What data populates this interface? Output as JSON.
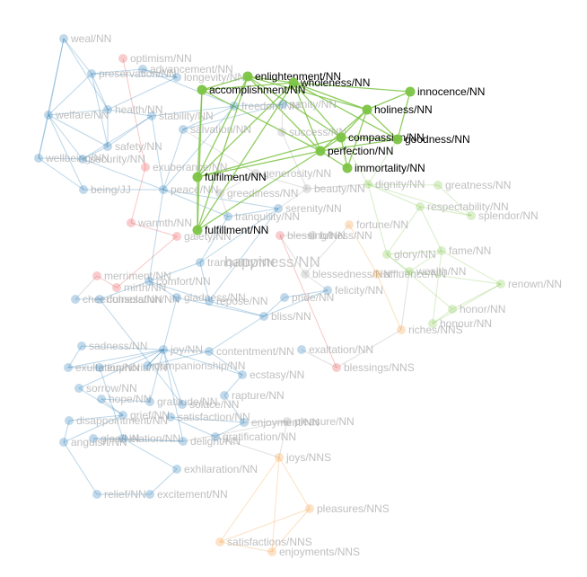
{
  "graph": {
    "center_label": "happiness/NN",
    "colors": {
      "blue": "#1f77b4",
      "green": "#7cc444",
      "red": "#e8474a",
      "orange": "#f59b3a",
      "gray": "#999999",
      "highlight_text": "#000000",
      "dim_text": "#aaaaaa"
    },
    "nodes": [
      {
        "id": "weal",
        "label": "weal/NN",
        "group": "blue"
      },
      {
        "id": "optimism",
        "label": "optimism/NN",
        "group": "red"
      },
      {
        "id": "advancement",
        "label": "advancement/NN",
        "group": "blue"
      },
      {
        "id": "preservation",
        "label": "preservation/NN",
        "group": "blue"
      },
      {
        "id": "longevity",
        "label": "longevity/NN",
        "group": "blue"
      },
      {
        "id": "welfare",
        "label": "welfare/NN",
        "group": "blue"
      },
      {
        "id": "health",
        "label": "health/NN",
        "group": "blue"
      },
      {
        "id": "stability",
        "label": "stability/NN",
        "group": "blue"
      },
      {
        "id": "salvation",
        "label": "salvation/NN",
        "group": "blue"
      },
      {
        "id": "freedom",
        "label": "freedom/NN",
        "group": "blue"
      },
      {
        "id": "safety",
        "label": "safety/NN",
        "group": "blue"
      },
      {
        "id": "wellbeing",
        "label": "wellbeing/NN",
        "group": "blue"
      },
      {
        "id": "security",
        "label": "security/NN",
        "group": "blue"
      },
      {
        "id": "exuberance",
        "label": "exuberance/NN",
        "group": "red"
      },
      {
        "id": "being",
        "label": "being/JJ",
        "group": "blue"
      },
      {
        "id": "peace",
        "label": "peace/NN",
        "group": "blue"
      },
      {
        "id": "warmth",
        "label": "warmth/NN",
        "group": "red"
      },
      {
        "id": "gaiety",
        "label": "gaiety/NN",
        "group": "red"
      },
      {
        "id": "tranquility",
        "label": "tranquility/NN",
        "group": "blue"
      },
      {
        "id": "tranquillity",
        "label": "tranquillity/NN",
        "group": "blue"
      },
      {
        "id": "serenity",
        "label": "serenity/NN",
        "group": "blue"
      },
      {
        "id": "beauty",
        "label": "beauty/NN",
        "group": "gray"
      },
      {
        "id": "greediness",
        "label": "greediness/NN",
        "group": "gray"
      },
      {
        "id": "blessing",
        "label": "blessing/NN",
        "group": "red"
      },
      {
        "id": "fulness",
        "label": "fulness/NN",
        "group": "gray"
      },
      {
        "id": "fortune",
        "label": "fortune/NN",
        "group": "orange"
      },
      {
        "id": "merriment",
        "label": "merriment/NN",
        "group": "red"
      },
      {
        "id": "mirth",
        "label": "mirth/NN",
        "group": "red"
      },
      {
        "id": "comfort",
        "label": "comfort/NN",
        "group": "blue"
      },
      {
        "id": "cheerfulness",
        "label": "cheerfulness/NN",
        "group": "blue"
      },
      {
        "id": "consolation",
        "label": "consolation/NN",
        "group": "blue"
      },
      {
        "id": "gladness",
        "label": "gladness/NN",
        "group": "blue"
      },
      {
        "id": "repose",
        "label": "repose/NN",
        "group": "blue"
      },
      {
        "id": "bliss",
        "label": "bliss/NN",
        "group": "blue"
      },
      {
        "id": "pride",
        "label": "pride/NN",
        "group": "blue"
      },
      {
        "id": "blessedness",
        "label": "blessedness/NN",
        "group": "gray"
      },
      {
        "id": "felicity",
        "label": "felicity/NN",
        "group": "blue"
      },
      {
        "id": "affluence",
        "label": "affluence/NN",
        "group": "orange"
      },
      {
        "id": "sadness",
        "label": "sadness/NN",
        "group": "blue"
      },
      {
        "id": "joy",
        "label": "joy/NN",
        "group": "blue"
      },
      {
        "id": "contentment",
        "label": "contentment/NN",
        "group": "blue"
      },
      {
        "id": "exultation",
        "label": "exultation/NN",
        "group": "blue"
      },
      {
        "id": "euphoria",
        "label": "euphoria/NN",
        "group": "blue"
      },
      {
        "id": "companionship",
        "label": "companionship/NN",
        "group": "blue"
      },
      {
        "id": "ecstasy",
        "label": "ecstasy/NN",
        "group": "blue"
      },
      {
        "id": "exaltation",
        "label": "exaltation/NN",
        "group": "blue"
      },
      {
        "id": "blessings",
        "label": "blessings/NNS",
        "group": "red"
      },
      {
        "id": "sorrow",
        "label": "sorrow/NN",
        "group": "blue"
      },
      {
        "id": "hope",
        "label": "hope/NN",
        "group": "blue"
      },
      {
        "id": "gratitude",
        "label": "gratitude/NN",
        "group": "blue"
      },
      {
        "id": "solace",
        "label": "solace/NN",
        "group": "blue"
      },
      {
        "id": "rapture",
        "label": "rapture/NN",
        "group": "blue"
      },
      {
        "id": "grief",
        "label": "grief/NN",
        "group": "blue"
      },
      {
        "id": "satisfaction",
        "label": "satisfaction/NN",
        "group": "blue"
      },
      {
        "id": "disappointment",
        "label": "disappointment/NN",
        "group": "blue"
      },
      {
        "id": "enjoyment",
        "label": "enjoyment/NN",
        "group": "blue"
      },
      {
        "id": "pleasure",
        "label": "pleasure/NN",
        "group": "gray"
      },
      {
        "id": "glee",
        "label": "glee/NN",
        "group": "blue"
      },
      {
        "id": "elation",
        "label": "elation/NN",
        "group": "blue"
      },
      {
        "id": "anguish",
        "label": "anguish/NN",
        "group": "blue"
      },
      {
        "id": "delight",
        "label": "delight/NN",
        "group": "blue"
      },
      {
        "id": "gratification",
        "label": "gratification/NN",
        "group": "blue"
      },
      {
        "id": "joys",
        "label": "joys/NNS",
        "group": "orange"
      },
      {
        "id": "exhilaration",
        "label": "exhilaration/NN",
        "group": "blue"
      },
      {
        "id": "relief",
        "label": "relief/NN",
        "group": "blue"
      },
      {
        "id": "excitement",
        "label": "excitement/NN",
        "group": "blue"
      },
      {
        "id": "pleasures",
        "label": "pleasures/NNS",
        "group": "orange"
      },
      {
        "id": "satisfactions",
        "label": "satisfactions/NNS",
        "group": "orange"
      },
      {
        "id": "enjoyments",
        "label": "enjoyments/NNS",
        "group": "orange"
      },
      {
        "id": "dignity",
        "label": "dignity/NN",
        "group": "green"
      },
      {
        "id": "greatness",
        "label": "greatness/NN",
        "group": "green"
      },
      {
        "id": "respectability",
        "label": "respectability/NN",
        "group": "green"
      },
      {
        "id": "splendor",
        "label": "splendor/NN",
        "group": "green"
      },
      {
        "id": "glory",
        "label": "glory/NN",
        "group": "green"
      },
      {
        "id": "fame",
        "label": "fame/NN",
        "group": "green"
      },
      {
        "id": "wealth",
        "label": "wealth/NN",
        "group": "green"
      },
      {
        "id": "renown",
        "label": "renown/NN",
        "group": "green"
      },
      {
        "id": "honor",
        "label": "honor/NN",
        "group": "green"
      },
      {
        "id": "honour",
        "label": "honour/NN",
        "group": "green"
      },
      {
        "id": "riches",
        "label": "riches/NNS",
        "group": "orange"
      },
      {
        "id": "sanity",
        "label": "sanity/NN",
        "group": "blue"
      },
      {
        "id": "success",
        "label": "success/NN",
        "group": "gray"
      },
      {
        "id": "generosity",
        "label": "generosity/NN",
        "group": "gray"
      },
      {
        "id": "enlightenment",
        "label": "enlightenment/NN",
        "group": "green",
        "highlight": true
      },
      {
        "id": "wholeness",
        "label": "wholeness/NN",
        "group": "green",
        "highlight": true
      },
      {
        "id": "accomplishment",
        "label": "accomplishment/NN",
        "group": "green",
        "highlight": true
      },
      {
        "id": "innocence",
        "label": "innocence/NN",
        "group": "green",
        "highlight": true
      },
      {
        "id": "holiness",
        "label": "holiness/NN",
        "group": "green",
        "highlight": true
      },
      {
        "id": "compassion",
        "label": "compassion/NN",
        "group": "green",
        "highlight": true
      },
      {
        "id": "goodness",
        "label": "goodness/NN",
        "group": "green",
        "highlight": true
      },
      {
        "id": "perfection",
        "label": "perfection/NN",
        "group": "green",
        "highlight": true
      },
      {
        "id": "immortality",
        "label": "immortality/NN",
        "group": "green",
        "highlight": true
      },
      {
        "id": "fulfilment",
        "label": "fulfilment/NN",
        "group": "green",
        "highlight": true
      },
      {
        "id": "fulfillment",
        "label": "fulfillment/NN",
        "group": "green",
        "highlight": true
      }
    ],
    "highlight_edges": [
      [
        "enlightenment",
        "wholeness"
      ],
      [
        "enlightenment",
        "accomplishment"
      ],
      [
        "enlightenment",
        "holiness"
      ],
      [
        "enlightenment",
        "perfection"
      ],
      [
        "enlightenment",
        "compassion"
      ],
      [
        "enlightenment",
        "fulfilment"
      ],
      [
        "wholeness",
        "holiness"
      ],
      [
        "wholeness",
        "perfection"
      ],
      [
        "wholeness",
        "compassion"
      ],
      [
        "wholeness",
        "goodness"
      ],
      [
        "wholeness",
        "accomplishment"
      ],
      [
        "wholeness",
        "fulfilment"
      ],
      [
        "wholeness",
        "innocence"
      ],
      [
        "wholeness",
        "fulfillment"
      ],
      [
        "accomplishment",
        "fulfilment"
      ],
      [
        "accomplishment",
        "fulfillment"
      ],
      [
        "accomplishment",
        "perfection"
      ],
      [
        "innocence",
        "holiness"
      ],
      [
        "innocence",
        "goodness"
      ],
      [
        "holiness",
        "compassion"
      ],
      [
        "holiness",
        "perfection"
      ],
      [
        "holiness",
        "goodness"
      ],
      [
        "holiness",
        "immortality"
      ],
      [
        "compassion",
        "goodness"
      ],
      [
        "compassion",
        "perfection"
      ],
      [
        "compassion",
        "immortality"
      ],
      [
        "goodness",
        "perfection"
      ],
      [
        "perfection",
        "immortality"
      ],
      [
        "perfection",
        "fulfilment"
      ],
      [
        "perfection",
        "fulfillment"
      ],
      [
        "fulfilment",
        "fulfillment"
      ],
      [
        "fulfilment",
        "compassion"
      ],
      [
        "fulfillment",
        "enlightenment"
      ]
    ],
    "edges": [
      [
        "weal",
        "welfare"
      ],
      [
        "weal",
        "preservation"
      ],
      [
        "weal",
        "health"
      ],
      [
        "weal",
        "wellbeing"
      ],
      [
        "preservation",
        "welfare"
      ],
      [
        "preservation",
        "health"
      ],
      [
        "preservation",
        "safety"
      ],
      [
        "preservation",
        "advancement"
      ],
      [
        "preservation",
        "longevity"
      ],
      [
        "welfare",
        "health"
      ],
      [
        "welfare",
        "safety"
      ],
      [
        "welfare",
        "security"
      ],
      [
        "welfare",
        "wellbeing"
      ],
      [
        "welfare",
        "being"
      ],
      [
        "health",
        "safety"
      ],
      [
        "health",
        "stability"
      ],
      [
        "health",
        "longevity"
      ],
      [
        "safety",
        "security"
      ],
      [
        "safety",
        "stability"
      ],
      [
        "security",
        "wellbeing"
      ],
      [
        "security",
        "peace"
      ],
      [
        "stability",
        "peace"
      ],
      [
        "stability",
        "security"
      ],
      [
        "peace",
        "tranquility"
      ],
      [
        "peace",
        "serenity"
      ],
      [
        "peace",
        "freedom"
      ],
      [
        "peace",
        "salvation"
      ],
      [
        "tranquility",
        "serenity"
      ],
      [
        "tranquility",
        "tranquillity"
      ],
      [
        "serenity",
        "tranquillity"
      ],
      [
        "freedom",
        "salvation"
      ],
      [
        "freedom",
        "sanity"
      ],
      [
        "freedom",
        "stability"
      ],
      [
        "salvation",
        "sanity"
      ],
      [
        "sanity",
        "success"
      ],
      [
        "advancement",
        "longevity"
      ],
      [
        "advancement",
        "freedom"
      ],
      [
        "optimism",
        "exuberance"
      ],
      [
        "exuberance",
        "warmth"
      ],
      [
        "warmth",
        "gaiety"
      ],
      [
        "gaiety",
        "mirth"
      ],
      [
        "mirth",
        "merriment"
      ],
      [
        "merriment",
        "cheerfulness"
      ],
      [
        "comfort",
        "consolation"
      ],
      [
        "comfort",
        "repose"
      ],
      [
        "comfort",
        "gladness"
      ],
      [
        "consolation",
        "solace"
      ],
      [
        "gladness",
        "joy"
      ],
      [
        "gladness",
        "bliss"
      ],
      [
        "repose",
        "bliss"
      ],
      [
        "repose",
        "tranquillity"
      ],
      [
        "bliss",
        "felicity"
      ],
      [
        "bliss",
        "contentment"
      ],
      [
        "felicity",
        "blessedness"
      ],
      [
        "blessedness",
        "blessing"
      ],
      [
        "blessing",
        "blessings"
      ],
      [
        "joy",
        "sadness"
      ],
      [
        "joy",
        "sorrow"
      ],
      [
        "joy",
        "euphoria"
      ],
      [
        "joy",
        "exultation"
      ],
      [
        "joy",
        "contentment"
      ],
      [
        "joy",
        "companionship"
      ],
      [
        "joy",
        "ecstasy"
      ],
      [
        "joy",
        "delight"
      ],
      [
        "joy",
        "gratitude"
      ],
      [
        "joy",
        "solace"
      ],
      [
        "euphoria",
        "exultation"
      ],
      [
        "euphoria",
        "elation"
      ],
      [
        "ecstasy",
        "rapture"
      ],
      [
        "rapture",
        "enjoyment"
      ],
      [
        "enjoyment",
        "pleasure"
      ],
      [
        "enjoyment",
        "satisfaction"
      ],
      [
        "enjoyment",
        "gratification"
      ],
      [
        "pleasure",
        "joys"
      ],
      [
        "pleasure",
        "delight"
      ],
      [
        "satisfaction",
        "gratification"
      ],
      [
        "delight",
        "glee"
      ],
      [
        "delight",
        "elation"
      ],
      [
        "glee",
        "elation"
      ],
      [
        "sorrow",
        "grief"
      ],
      [
        "grief",
        "anguish"
      ],
      [
        "grief",
        "disappointment"
      ],
      [
        "disappointment",
        "anguish"
      ],
      [
        "hope",
        "gratitude"
      ],
      [
        "exhilaration",
        "excitement"
      ],
      [
        "excitement",
        "relief"
      ],
      [
        "relief",
        "anguish"
      ],
      [
        "joys",
        "pleasures"
      ],
      [
        "pleasures",
        "satisfactions"
      ],
      [
        "pleasures",
        "enjoyments"
      ],
      [
        "satisfactions",
        "enjoyments"
      ],
      [
        "joys",
        "satisfactions"
      ],
      [
        "joys",
        "enjoyments"
      ],
      [
        "dignity",
        "greatness"
      ],
      [
        "dignity",
        "respectability"
      ],
      [
        "dignity",
        "glory"
      ],
      [
        "dignity",
        "splendor"
      ],
      [
        "respectability",
        "fame"
      ],
      [
        "respectability",
        "glory"
      ],
      [
        "respectability",
        "splendor"
      ],
      [
        "greatness",
        "splendor"
      ],
      [
        "glory",
        "fame"
      ],
      [
        "glory",
        "honor"
      ],
      [
        "glory",
        "wealth"
      ],
      [
        "fame",
        "renown"
      ],
      [
        "fame",
        "honour"
      ],
      [
        "fame",
        "wealth"
      ],
      [
        "renown",
        "honor"
      ],
      [
        "renown",
        "honour"
      ],
      [
        "honor",
        "honour"
      ],
      [
        "wealth",
        "renown"
      ],
      [
        "wealth",
        "riches"
      ],
      [
        "affluence",
        "riches"
      ],
      [
        "affluence",
        "fortune"
      ],
      [
        "affluence",
        "wealth"
      ],
      [
        "fortune",
        "blessedness"
      ],
      [
        "riches",
        "blessings"
      ],
      [
        "beauty",
        "dignity"
      ],
      [
        "beauty",
        "serenity"
      ],
      [
        "generosity",
        "beauty"
      ],
      [
        "generosity",
        "greediness"
      ],
      [
        "greediness",
        "tranquility"
      ],
      [
        "fulness",
        "blessing"
      ],
      [
        "success",
        "beauty"
      ],
      [
        "exaltation",
        "blessings"
      ],
      [
        "gratification",
        "joys"
      ],
      [
        "contentment",
        "ecstasy"
      ],
      [
        "contentment",
        "companionship"
      ],
      [
        "companionship",
        "joy"
      ],
      [
        "felicity",
        "pride"
      ],
      [
        "pride",
        "bliss"
      ],
      [
        "cheerfulness",
        "consolation"
      ],
      [
        "sadness",
        "exultation"
      ],
      [
        "hope",
        "grief"
      ],
      [
        "elation",
        "exhilaration"
      ],
      [
        "peace",
        "comfort"
      ],
      [
        "being",
        "peace"
      ],
      [
        "wellbeing",
        "being"
      ],
      [
        "tranquillity",
        "comfort"
      ],
      [
        "serenity",
        "repose"
      ],
      [
        "salvation",
        "generosity"
      ],
      [
        "dignity",
        "compassion"
      ],
      [
        "dignity",
        "goodness"
      ]
    ]
  }
}
